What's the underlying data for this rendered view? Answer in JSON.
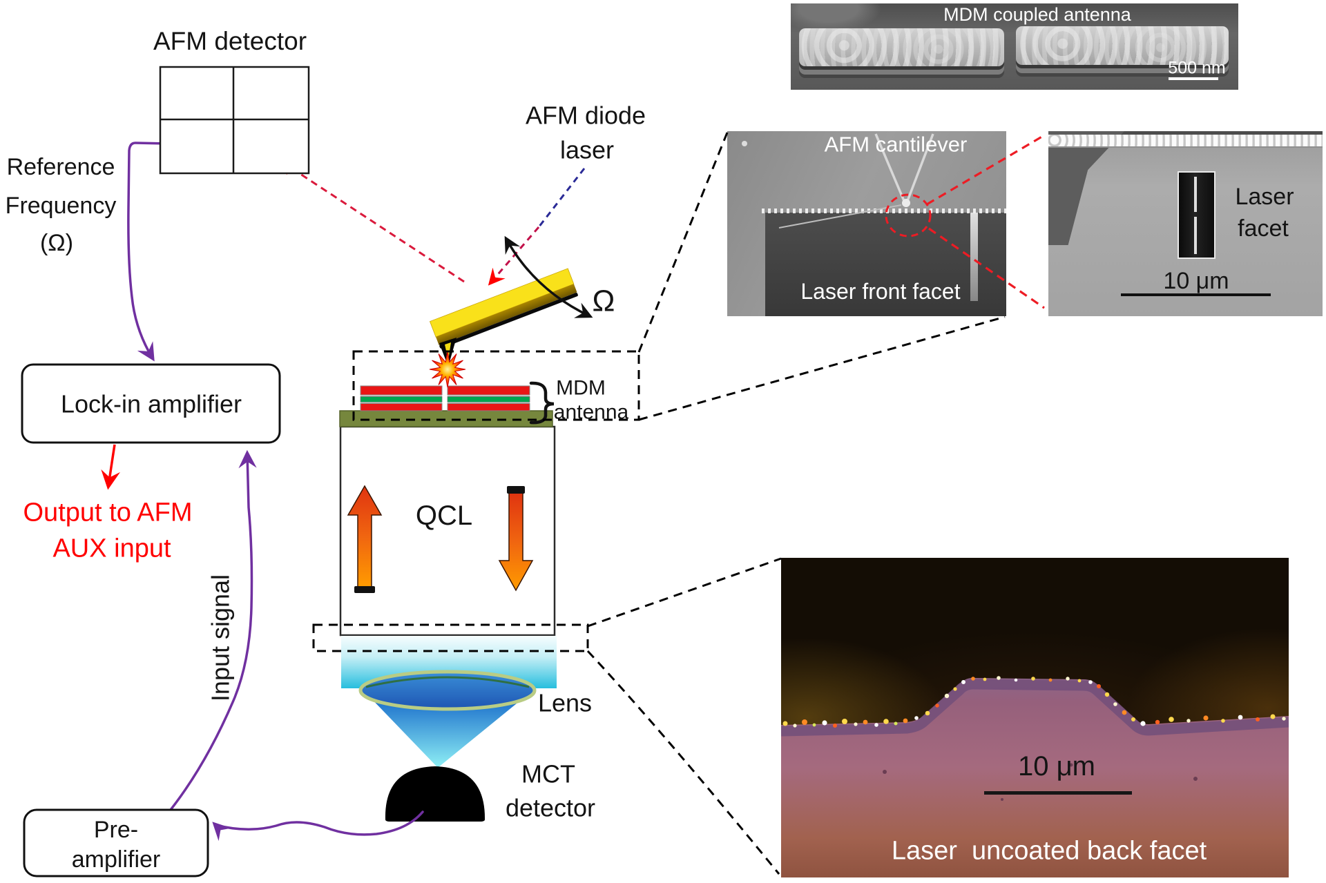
{
  "colors": {
    "wire_purple": "#7030A0",
    "accent_red": "#FF0000",
    "beam_navy": "#2A2A96",
    "beam_crimson": "#C2114A",
    "substrate_olive": "#76873D",
    "cantilever_yellow": "#F9E11A",
    "antenna_red": "#E91515",
    "antenna_green": "#00A550",
    "qcl_arrow_orange": "#FF9800",
    "beam_cyan": "#27BEDE"
  },
  "labels": {
    "afm_detector": "AFM detector",
    "reference": {
      "l1": "Reference",
      "l2": "Frequency",
      "l3": "(Ω)"
    },
    "lock_in": "Lock-in amplifier",
    "aux_output": {
      "l1": "Output to AFM",
      "l2": "AUX input"
    },
    "input_signal": "Input signal",
    "pre_amplifier": {
      "l1": "Pre-",
      "l2": "amplifier"
    },
    "afm_diode_laser": {
      "l1": "AFM diode",
      "l2": "laser"
    },
    "rotation_omega": "Ω",
    "qcl": "QCL",
    "mdm_antenna": {
      "l1": "MDM",
      "l2": "antenna"
    },
    "lens": "Lens",
    "mct_detector": {
      "l1": "MCT",
      "l2": "detector"
    }
  },
  "images": {
    "mdm_coupled_antenna": {
      "title": "MDM coupled antenna",
      "scale_bar": "500 nm"
    },
    "afm_on_facet": {
      "top_label": "AFM cantilever",
      "bottom_label": "Laser front facet"
    },
    "laser_facet": {
      "label_l1": "Laser",
      "label_l2": "facet",
      "scale_bar": "10 μm"
    },
    "back_facet": {
      "label": "Laser  uncoated back facet",
      "scale_bar": "10 μm"
    }
  }
}
